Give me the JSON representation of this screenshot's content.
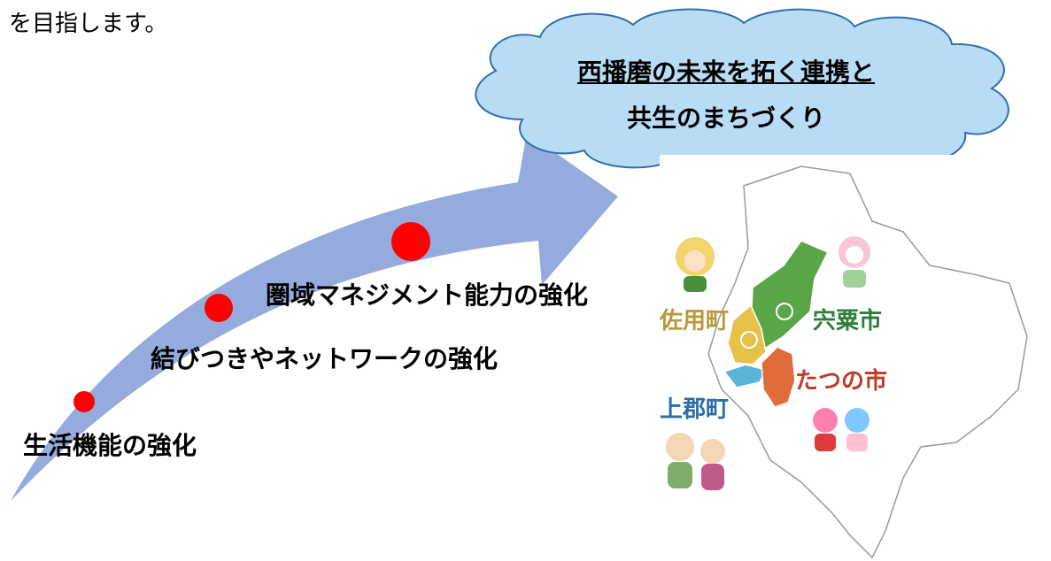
{
  "intro_text": "を目指します。",
  "goal": {
    "title": "西播磨の未来を拓く連携と",
    "subtitle": "共生のまちづくり"
  },
  "steps": [
    {
      "label": "生活機能の強化"
    },
    {
      "label": "結びつきやネットワークの強化"
    },
    {
      "label": "圏域マネジメント能力の強化"
    }
  ],
  "map": {
    "towns": [
      {
        "name": "佐用町"
      },
      {
        "name": "宍粟市"
      },
      {
        "name": "たつの市"
      },
      {
        "name": "上郡町"
      }
    ],
    "colors": {
      "sayo": "#e7c24a",
      "shiso": "#5aa545",
      "tatsuno": "#e06c3c",
      "kamigori": "#5bb4d8"
    }
  },
  "colors": {
    "arrow": "#8fa6db",
    "dot": "#ff0000",
    "cloud_fill": "#b9dcf5",
    "cloud_stroke": "#2f6fb0"
  }
}
